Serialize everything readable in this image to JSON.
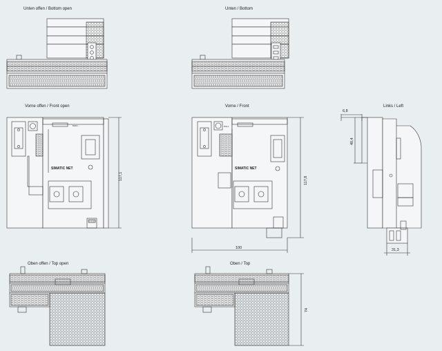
{
  "views": {
    "bottom_open": {
      "title": "Unten offen / Bottom open"
    },
    "bottom": {
      "title": "Unten / Bottom"
    },
    "front_open": {
      "title": "Vorne offen / Front open",
      "brand": "SIMATIC NET",
      "dim_height": "117,1"
    },
    "front": {
      "title": "Vorne / Front",
      "brand": "SIMATIC NET",
      "pull_label": "PULL",
      "dim_height": "117,8",
      "dim_width": "100"
    },
    "left": {
      "title": "Links / Left",
      "dim_top": "6,8",
      "dim_height": "40,4",
      "dim_bottom": "31,3"
    },
    "top_open": {
      "title": "Oben offen / Top open"
    },
    "top": {
      "title": "Oben / Top",
      "dim_height": "74"
    }
  },
  "colors": {
    "background": "#e9eef1",
    "line": "#333333",
    "body": "#f4f6f7"
  }
}
